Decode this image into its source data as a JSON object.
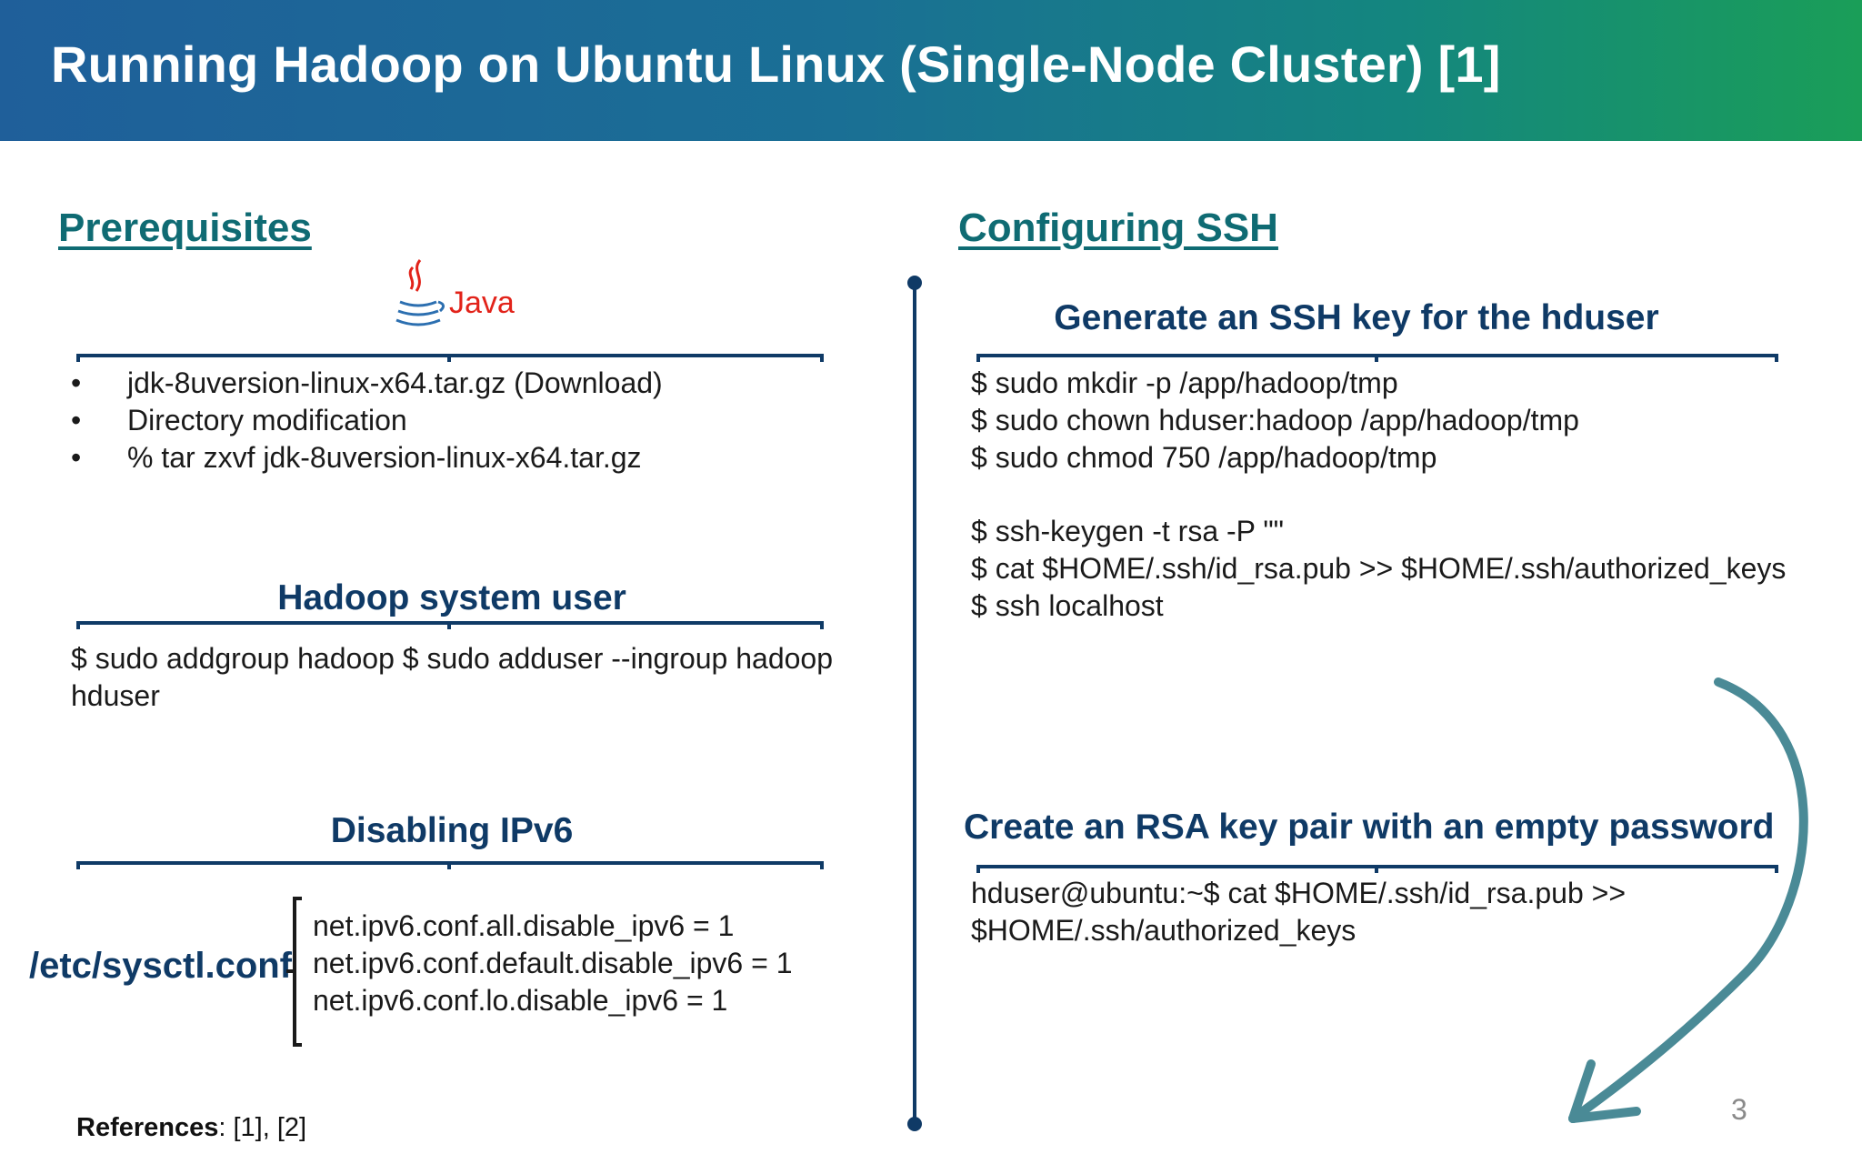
{
  "header": {
    "title": "Running Hadoop on Ubuntu Linux (Single-Node Cluster) [1]"
  },
  "left": {
    "prereq_title": "Prerequisites",
    "java_logo_text": "Java",
    "prereq_items": [
      "jdk-8uversion-linux-x64.tar.gz (Download)",
      "Directory modification",
      "% tar zxvf jdk-8uversion-linux-x64.tar.gz"
    ],
    "bullet_symbol": "•",
    "hadoop_user_title": "Hadoop system user",
    "hadoop_user_cmd_line1": "$ sudo addgroup hadoop $ sudo adduser --ingroup hadoop",
    "hadoop_user_cmd_line2": "hduser",
    "ipv6_title": "Disabling IPv6",
    "sysctl_path": "/etc/sysctl.conf",
    "ipv6_lines": [
      "net.ipv6.conf.all.disable_ipv6 = 1",
      "net.ipv6.conf.default.disable_ipv6 = 1",
      "net.ipv6.conf.lo.disable_ipv6 = 1"
    ],
    "references_label": "References",
    "references_value": ": [1], [2]"
  },
  "right": {
    "ssh_title": "Configuring SSH",
    "gen_key_title": "Generate an SSH key for the hduser",
    "gen_key_cmds": [
      "$ sudo mkdir -p /app/hadoop/tmp",
      "$ sudo chown hduser:hadoop /app/hadoop/tmp",
      "$ sudo chmod 750 /app/hadoop/tmp"
    ],
    "keygen_cmds": [
      "$ ssh-keygen -t rsa -P \"\"",
      "$ cat $HOME/.ssh/id_rsa.pub >> $HOME/.ssh/authorized_keys",
      "$ ssh localhost"
    ],
    "rsa_title": "Create an RSA key pair  with an empty password",
    "rsa_cmd_line1": "hduser@ubuntu:~$ cat $HOME/.ssh/id_rsa.pub >>",
    "rsa_cmd_line2": "$HOME/.ssh/authorized_keys"
  },
  "page_number": "3",
  "colors": {
    "title_teal": "#0f6b73",
    "navy": "#0f3a66",
    "arrow": "#4a8a96"
  }
}
